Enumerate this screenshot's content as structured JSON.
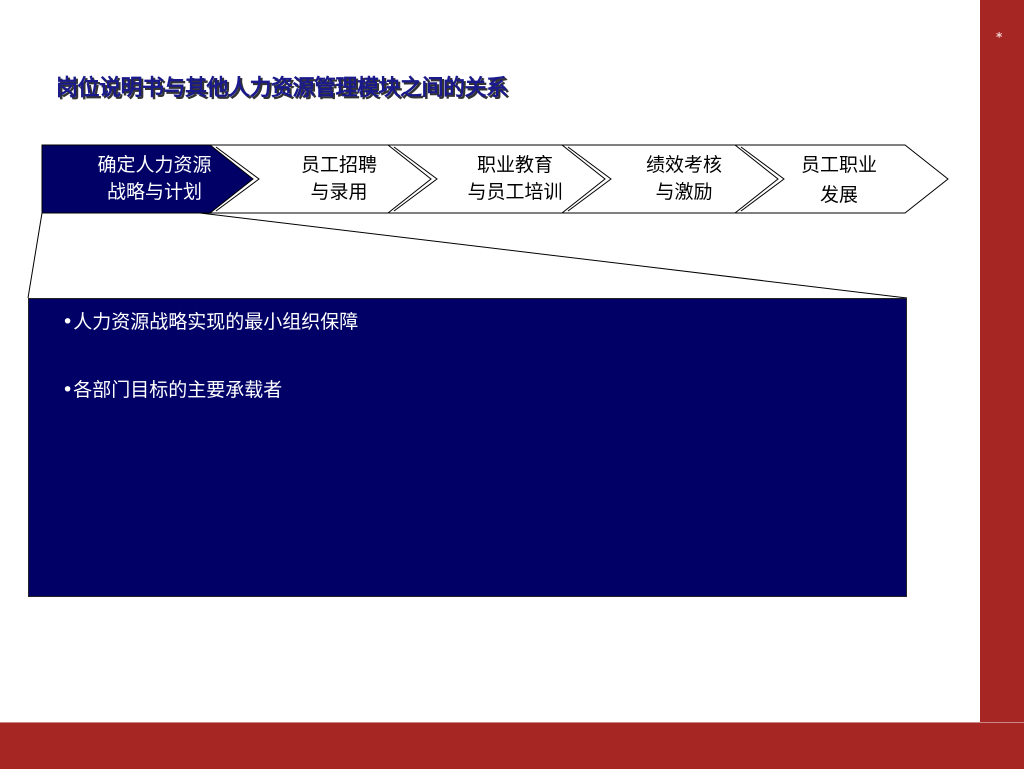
{
  "slide": {
    "title": "岗位说明书与其他人力资源管理模块之间的关系",
    "corner_mark": "*"
  },
  "process_steps": [
    {
      "line1": "确定人力资源",
      "line2": "战略与计划",
      "highlighted": true
    },
    {
      "line1": "员工招聘",
      "line2": "与录用",
      "highlighted": false
    },
    {
      "line1": "职业教育",
      "line2": "与员工培训",
      "highlighted": false
    },
    {
      "line1": "绩效考核",
      "line2": "与激励",
      "highlighted": false
    },
    {
      "line1": "员工职业",
      "line2": "发展",
      "highlighted": false
    }
  ],
  "detail_box": {
    "bullets": [
      "•人力资源战略实现的最小组织保障",
      "•各部门目标的主要承载者"
    ]
  },
  "colors": {
    "navy": "#000066",
    "title": "#1a1a8c",
    "brand_red": "#a52622"
  }
}
